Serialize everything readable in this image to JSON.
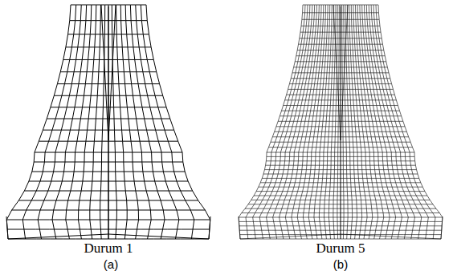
{
  "diagram": {
    "labels": [
      "Durum 1",
      "Durum 5",
      "(a)",
      "(b)"
    ]
  }
}
